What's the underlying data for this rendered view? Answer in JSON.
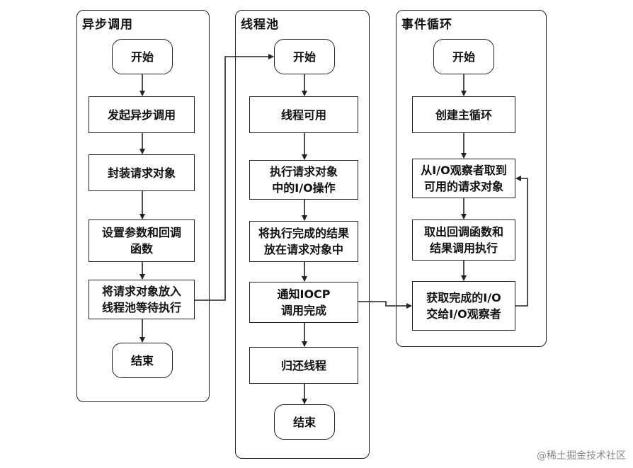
{
  "lanes": {
    "async": {
      "title": "异步调用",
      "nodes": {
        "start": "开始",
        "initiate": "发起异步调用",
        "wrap": "封装请求对象",
        "set_params": "设置参数和回调\n函数",
        "enqueue": "将请求对象放入\n线程池等待执行",
        "end": "结束"
      }
    },
    "pool": {
      "title": "线程池",
      "nodes": {
        "start": "开始",
        "available": "线程可用",
        "execute": "执行请求对象\n中的I/O操作",
        "store": "将执行完成的结果\n放在请求对象中",
        "notify": "通知IOCP\n调用完成",
        "return_thread": "归还线程",
        "end": "结束"
      }
    },
    "loop": {
      "title": "事件循环",
      "nodes": {
        "start": "开始",
        "create": "创建主循环",
        "fetch": "从I/O观察者取到\n可用的请求对象",
        "callback": "取出回调函数和\n结果调用执行",
        "obtain": "获取完成的I/O\n交给I/O观察者"
      }
    }
  },
  "watermark": "@稀土掘金技术社区"
}
